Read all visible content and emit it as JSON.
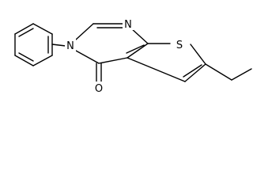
{
  "molecule": {
    "atoms": {
      "n1": "N",
      "n3": "N",
      "s": "S",
      "o": "O"
    },
    "colors": {
      "bond": "#000000",
      "label": "#000000",
      "background": "#ffffff"
    }
  }
}
